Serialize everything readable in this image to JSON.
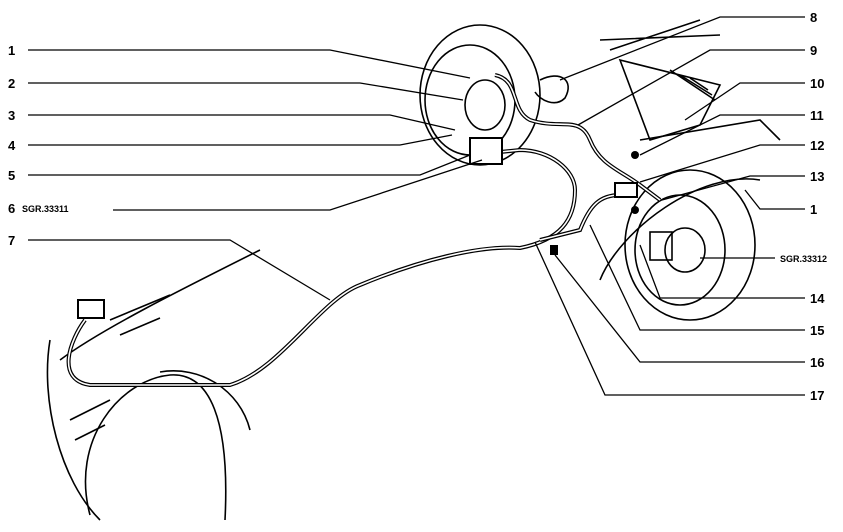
{
  "title": "Brake pipes exploded diagram",
  "left_callouts": [
    "1",
    "2",
    "3",
    "4",
    "5",
    "6",
    "7"
  ],
  "right_callouts": [
    "8",
    "9",
    "10",
    "11",
    "12",
    "13",
    "1",
    "14",
    "15",
    "16",
    "17"
  ],
  "references": {
    "left": "SGR.33311",
    "right": "SGR.33312"
  }
}
